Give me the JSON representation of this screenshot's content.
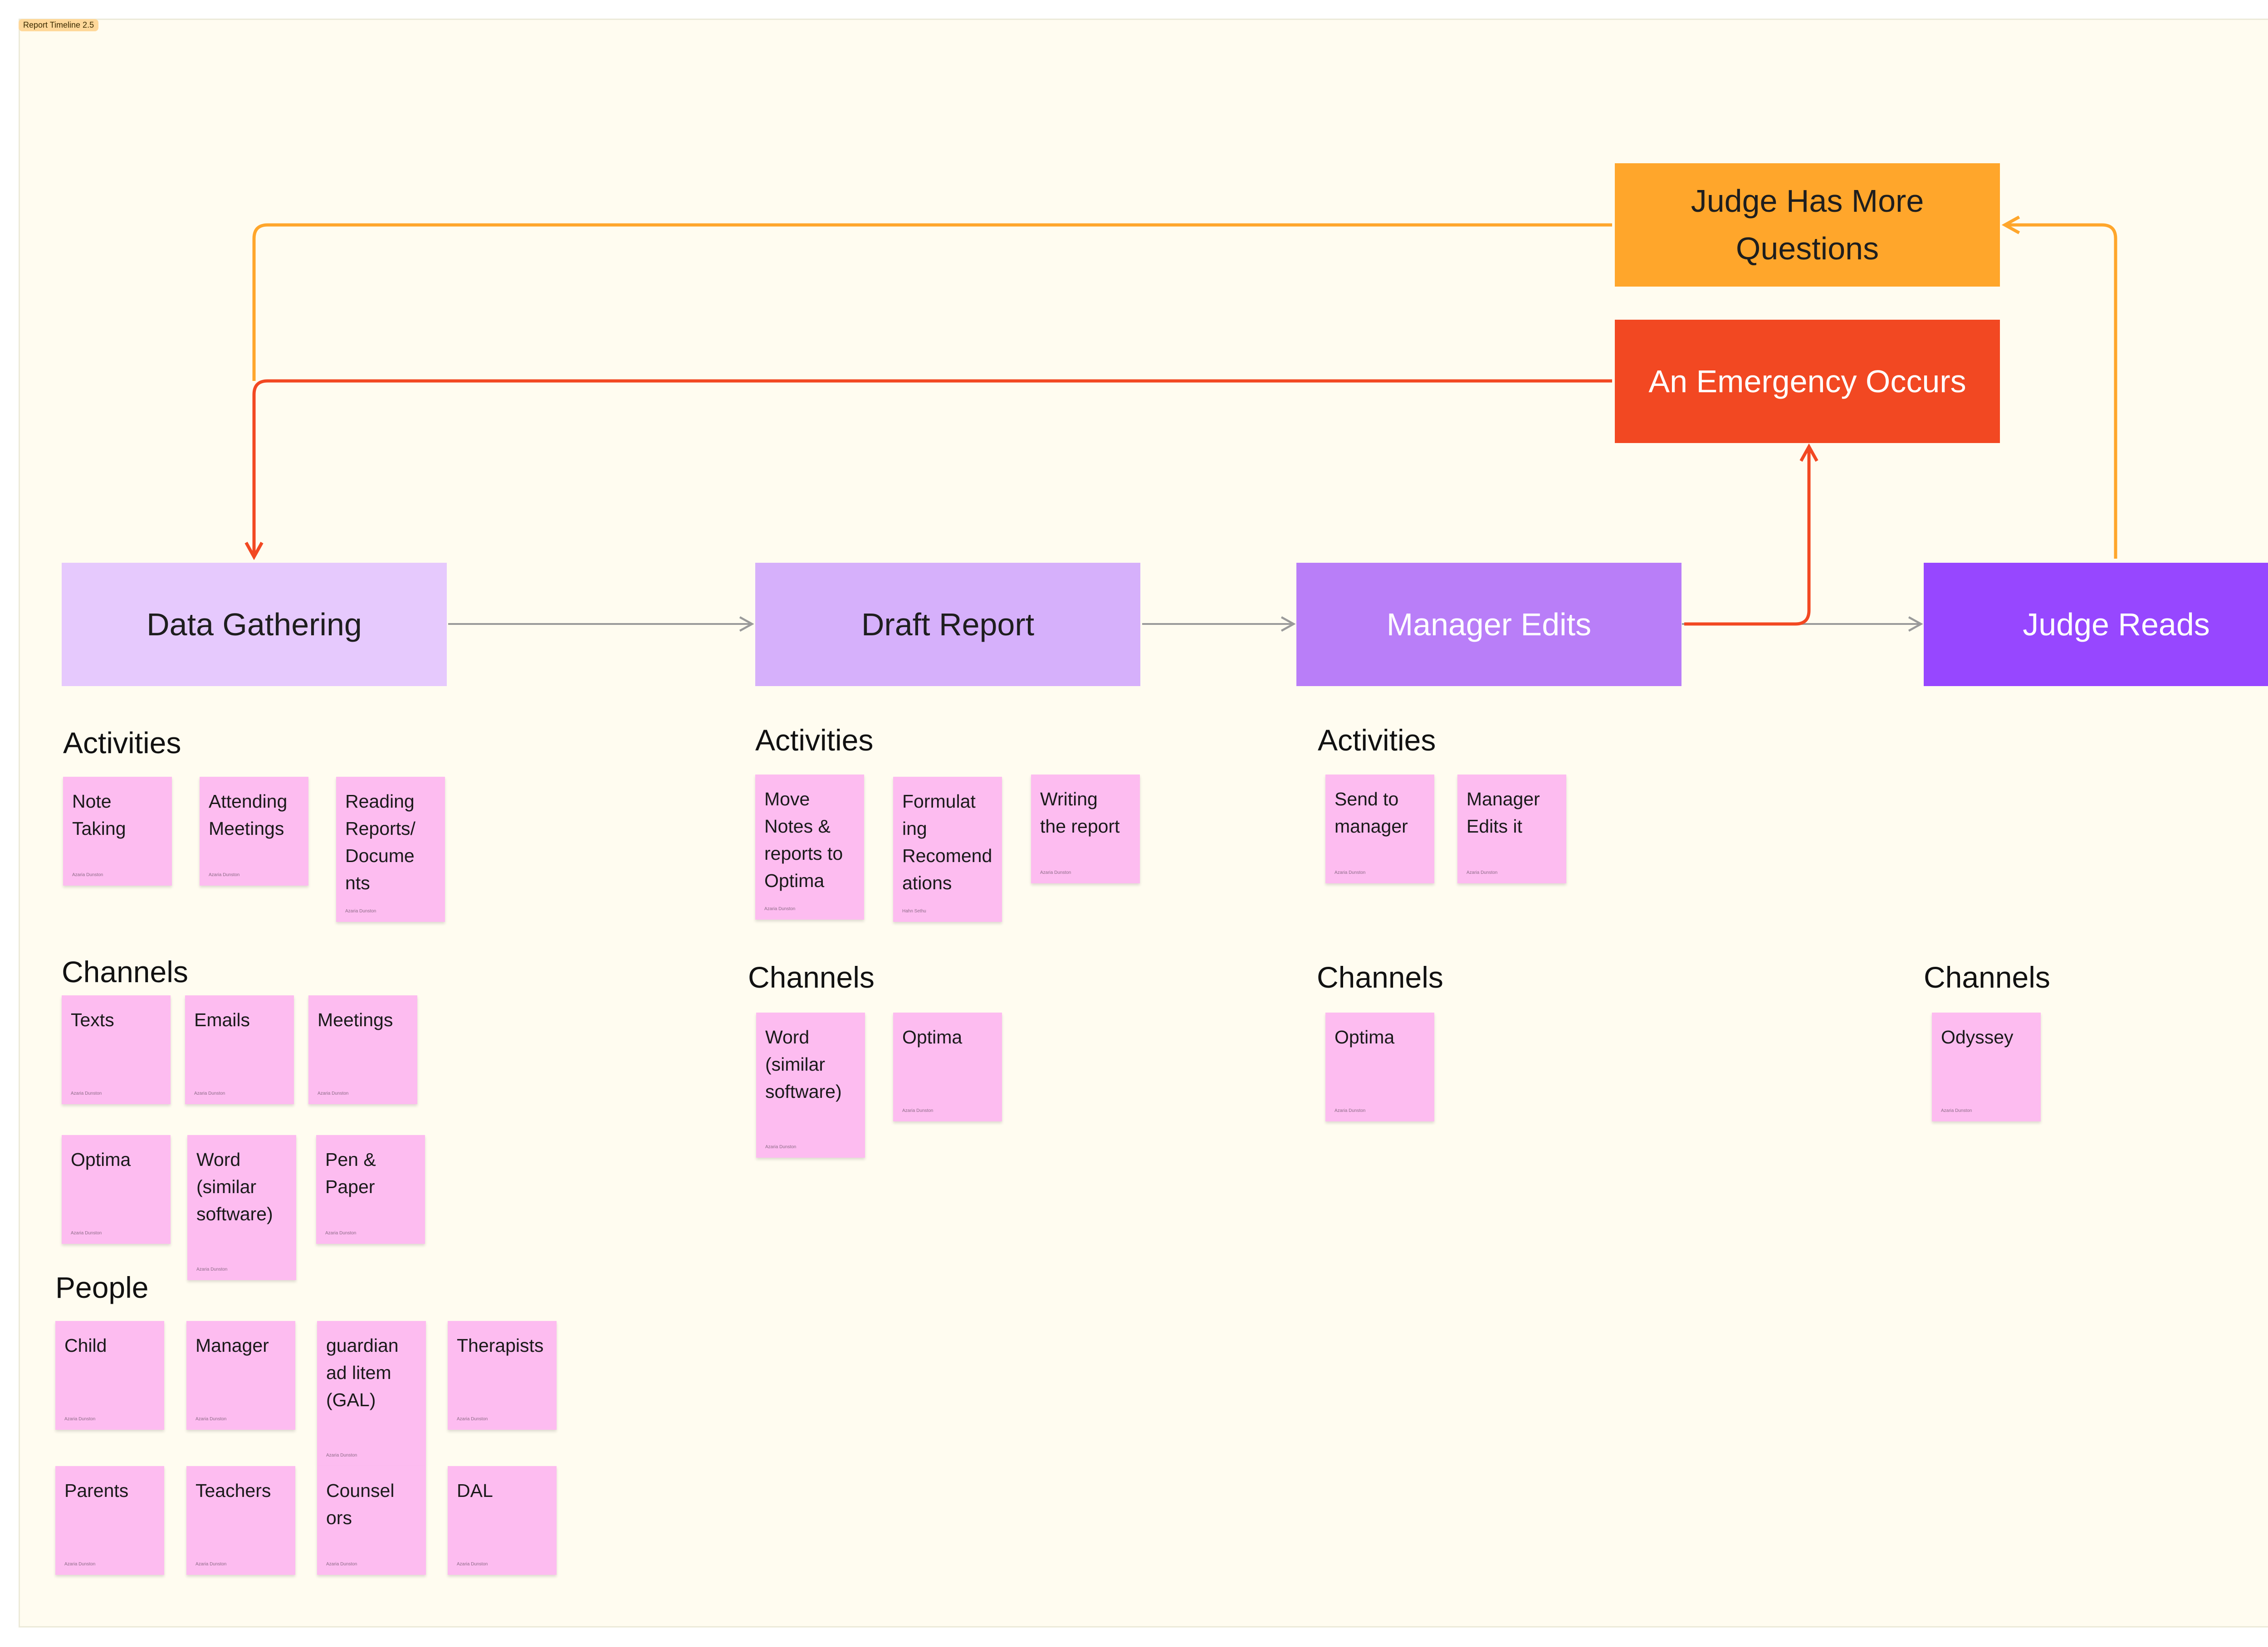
{
  "section": {
    "label": "Report Timeline 2.5"
  },
  "stages": {
    "data_gathering": "Data Gathering",
    "draft_report": "Draft Report",
    "manager_edits": "Manager Edits",
    "judge_reads": "Judge Reads",
    "judge_questions": "Judge Has More Questions",
    "emergency": "An Emergency Occurs"
  },
  "colors": {
    "data_gathering": "#e6c9fd",
    "draft_report": "#d6b0fb",
    "manager_edits": "#b97ef8",
    "judge_reads": "#9747ff",
    "judge_questions": "#ffa62b",
    "emergency": "#f24822",
    "sticky": "#fdbcf0"
  },
  "headings": {
    "dg_activities": "Activities",
    "dg_channels": "Channels",
    "dg_people": "People",
    "dr_activities": "Activities",
    "dr_channels": "Channels",
    "me_activities": "Activities",
    "me_channels": "Channels",
    "jr_channels": "Channels"
  },
  "stickies": {
    "note_taking": {
      "text": "Note\nTaking",
      "author": "Azaria Dunston"
    },
    "attending_meetings": {
      "text": "Attending\nMeetings",
      "author": "Azaria Dunston"
    },
    "reading_reports": {
      "text": "Reading\nReports/\nDocume\nnts",
      "author": "Azaria Dunston"
    },
    "texts": {
      "text": "Texts",
      "author": "Azaria Dunston"
    },
    "emails": {
      "text": "Emails",
      "author": "Azaria Dunston"
    },
    "meetings": {
      "text": "Meetings",
      "author": "Azaria Dunston"
    },
    "dg_optima": {
      "text": "Optima",
      "author": "Azaria Dunston"
    },
    "dg_word": {
      "text": "Word\n(similar\nsoftware)",
      "author": "Azaria Dunston"
    },
    "pen_paper": {
      "text": "Pen &\nPaper",
      "author": "Azaria Dunston"
    },
    "child": {
      "text": "Child",
      "author": "Azaria Dunston"
    },
    "manager": {
      "text": "Manager",
      "author": "Azaria Dunston"
    },
    "gal": {
      "text": "guardian\nad litem\n(GAL)",
      "author": "Azaria Dunston"
    },
    "therapists": {
      "text": "Therapists",
      "author": "Azaria Dunston"
    },
    "parents": {
      "text": "Parents",
      "author": "Azaria Dunston"
    },
    "teachers": {
      "text": "Teachers",
      "author": "Azaria Dunston"
    },
    "counselors": {
      "text": "Counsel\nors",
      "author": "Azaria Dunston"
    },
    "dal": {
      "text": "DAL",
      "author": "Azaria Dunston"
    },
    "move_notes": {
      "text": "Move\nNotes &\nreports to\nOptima",
      "author": "Azaria Dunston"
    },
    "formulating": {
      "text": "Formulat\ning\nRecomend\nations",
      "author": "Hahn Sethu"
    },
    "writing_report": {
      "text": "Writing\nthe report",
      "author": "Azaria Dunston"
    },
    "dr_word": {
      "text": "Word\n(similar\nsoftware)",
      "author": "Azaria Dunston"
    },
    "dr_optima": {
      "text": "Optima",
      "author": "Azaria Dunston"
    },
    "send_to_manager": {
      "text": "Send to\nmanager",
      "author": "Azaria Dunston"
    },
    "manager_edits_it": {
      "text": "Manager\nEdits it",
      "author": "Azaria Dunston"
    },
    "me_optima": {
      "text": "Optima",
      "author": "Azaria Dunston"
    },
    "odyssey": {
      "text": "Odyssey",
      "author": "Azaria Dunston"
    }
  }
}
